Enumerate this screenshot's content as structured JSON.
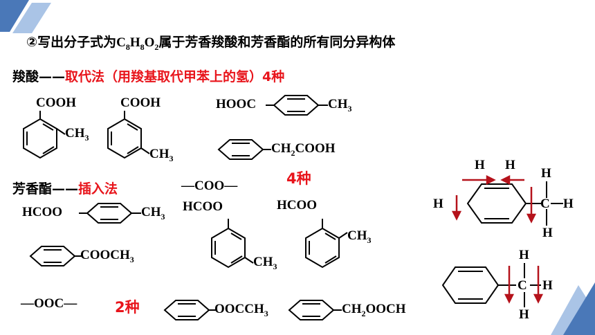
{
  "heading": {
    "circled_number": "②",
    "prefix": "写出分子式为",
    "formula_c": "C",
    "formula_c_n": "8",
    "formula_h": "H",
    "formula_h_n": "8",
    "formula_o": "O",
    "formula_o_n": "2",
    "suffix": "属于芳香羧酸和芳香酯的所有同分异构体"
  },
  "acids": {
    "label": "羧酸——",
    "method": "取代法（用羧基取代甲苯上的氢）4种",
    "s1_top": "COOH",
    "s1_side": "CH",
    "s2_top": "COOH",
    "s2_side": "CH",
    "s3_left": "HOOC",
    "s3_right": "CH",
    "s4_right_a": "CH",
    "s4_right_b": "COOH",
    "count": "4种"
  },
  "esters": {
    "label": "芳香酯——",
    "method": "插入法",
    "insert_group": "—COO—",
    "e1_left": "HCOO",
    "e1_right": "CH",
    "e2_top": "HCOO",
    "e2_side": "CH",
    "e3_top": "HCOO",
    "e3_side": "CH",
    "e4_right": "COOCH",
    "insert_group2": "—OOC—",
    "count": "2种",
    "e5_right": "OOCCH",
    "e6_right_a": "CH",
    "e6_right_b": "OOCH"
  },
  "sub3": "3",
  "sub2": "2",
  "toluene": {
    "h": "H",
    "c": "C"
  },
  "colors": {
    "accent_red": "#e8141b",
    "arrow_red": "#b5121b",
    "deco_blue": "#4a78b8",
    "deco_light": "#aac4e6"
  }
}
